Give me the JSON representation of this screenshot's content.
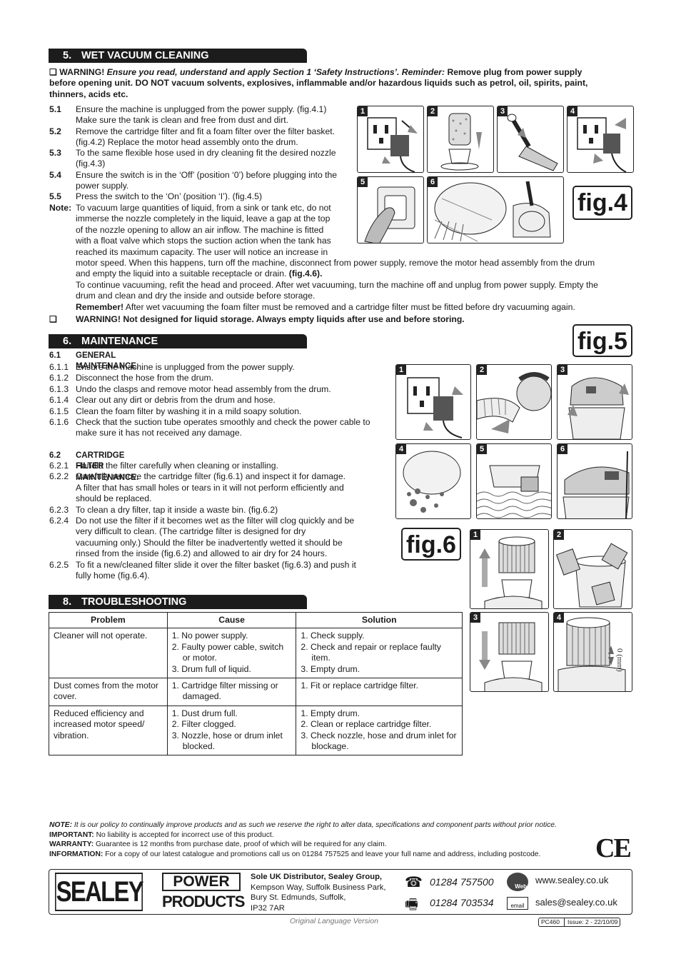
{
  "sec5": {
    "num": "5.",
    "title": "WET VACUUM CLEANING",
    "warn_lead": "❏ WARNING!",
    "warn_ital": "Ensure you read, understand and apply Section 1 ‘Safety Instructions’. Reminder:",
    "warn_rest1": "Remove plug from power supply",
    "warn_line2": "before opening unit. DO NOT vacuum solvents, explosives, inflammable and/or hazardous liquids such as petrol, oil, spirits, paint,",
    "warn_line3": "thinners, acids etc.",
    "s51k": "5.1",
    "s51a": "Ensure the machine is unplugged from the power supply. (fig.4.1)",
    "s51b": "Make sure the tank is clean and free from dust and dirt.",
    "s52k": "5.2",
    "s52a": "Remove the cartridge filter and fit a foam filter over the filter basket.",
    "s52b": "(fig.4.2) Replace the motor head assembly onto the drum.",
    "s53k": "5.3",
    "s53a": "To the same flexible hose used in dry cleaning fit the desired nozzle",
    "s53b": "(fig.4.3)",
    "s54k": "5.4",
    "s54a": "Ensure the switch is in the ‘Off’ (position ‘0’) before plugging into the",
    "s54b": "power supply.",
    "s55k": "5.5",
    "s55a": "Press the switch to the ‘On’ (position ‘I’). (fig.4.5)",
    "notek": "Note:",
    "n1": "To vacuum large quantities of liquid, from a sink or tank etc, do not",
    "n2": "immerse the nozzle completely in the liquid, leave a gap at the top",
    "n3": "of the nozzle opening to allow an air inflow. The machine is fitted",
    "n4": "with a float valve which stops the suction action when the tank has",
    "n5": "reached its maximum capacity. The user will notice an increase in",
    "n6": "motor speed. When this happens, turn off the machine, disconnect from power supply, remove the motor head assembly from the drum",
    "n7a": "and empty the liquid into a suitable receptacle or drain.",
    "n7b": "(fig.4.6).",
    "n8": "To continue vacuuming, refit the head and proceed. After wet vacuuming, turn the machine off and unplug from power supply. Empty the",
    "n9": "drum and clean and dry the inside and outside before storage.",
    "n10a": "Remember!",
    "n10b": "After wet vacuuming the foam filter must be removed and a cartridge filter must be fitted before dry vacuuming again.",
    "w2k": "❏",
    "w2": "WARNING! Not designed for liquid storage. Always empty liquids after use and before storing."
  },
  "sec6": {
    "num": "6.",
    "title": "MAINTENANCE",
    "g_k": "6.1",
    "g_t": "GENERAL MAINTENANCE.",
    "items1": [
      {
        "k": "6.1.1",
        "t": "Ensure the machine is unplugged from the power supply."
      },
      {
        "k": "6.1.2",
        "t": "Disconnect the hose from the drum."
      },
      {
        "k": "6.1.3",
        "t": "Undo the clasps and remove motor head assembly from the drum."
      },
      {
        "k": "6.1.4",
        "t": "Clear out any dirt or debris from the drum and hose."
      },
      {
        "k": "6.1.5",
        "t": "Clean the foam filter by washing it in a mild soapy solution."
      },
      {
        "k": "6.1.6",
        "t": "Check that the suction tube operates smoothly and check the power cable to"
      }
    ],
    "i116b": "make sure it has not received any damage.",
    "c_k": "6.2",
    "c_t": "CARTRIDGE FILTER MAINTENANCE.",
    "lines2": [
      {
        "k": "6.2.1",
        "t": "Handle the filter carefully when cleaning or installing."
      },
      {
        "k": "6.2.2",
        "t": "Carefully remove the cartridge filter (fig.6.1) and inspect it for damage."
      },
      {
        "k": "",
        "t": "A filter that has small holes or tears in it will not perform efficiently and"
      },
      {
        "k": "",
        "t": "should be replaced."
      },
      {
        "k": "6.2.3",
        "t": "To clean a dry filter, tap it inside a waste bin. (fig.6.2)"
      },
      {
        "k": "6.2.4",
        "t": "Do not use the filter if it becomes wet as the filter will clog quickly and be"
      },
      {
        "k": "",
        "t": "very difficult to clean. (The cartridge filter is designed for dry"
      },
      {
        "k": "",
        "t": "vacuuming only.) Should the filter be inadvertently wetted it should be"
      },
      {
        "k": "",
        "t": "rinsed from the inside (fig.6.2) and allowed to air dry for 24 hours."
      },
      {
        "k": "6.2.5",
        "t": "To fit a new/cleaned filter slide it over the filter basket (fig.6.3) and push it"
      },
      {
        "k": "",
        "t": "fully home (fig.6.4)."
      }
    ]
  },
  "sec8": {
    "num": "8.",
    "title": "TROUBLESHOOTING",
    "headers": [
      "Problem",
      "Cause",
      "Solution"
    ],
    "rows": [
      {
        "problem": [
          "Cleaner will not operate."
        ],
        "cause": [
          "1. No power supply.",
          "2. Faulty power cable, switch or motor.",
          "3. Drum full of liquid."
        ],
        "solution": [
          "1. Check supply.",
          "2. Check and repair or replace faulty item.",
          "3. Empty drum."
        ]
      },
      {
        "problem": [
          "Dust comes from the motor cover."
        ],
        "cause": [
          "1. Cartridge filter missing or damaged."
        ],
        "solution": [
          "1. Fit or replace cartridge filter."
        ]
      },
      {
        "problem": [
          "Reduced efficiency and increased motor speed/ vibration."
        ],
        "cause": [
          "1. Dust drum full.",
          "2. Filter clogged.",
          "3. Nozzle, hose or drum inlet blocked."
        ],
        "solution": [
          "1. Empty drum.",
          "2. Clean or replace cartridge filter.",
          "3. Check nozzle, hose and drum inlet for blockage."
        ]
      }
    ]
  },
  "figs": {
    "fig4": "fig.4",
    "fig5": "fig.5",
    "fig6": "fig.6",
    "n1": "1",
    "n2": "2",
    "n3": "3",
    "n4": "4",
    "n5": "5",
    "n6": "6",
    "mm": "0 (mm)"
  },
  "footer": {
    "note_k": "NOTE:",
    "note": "It is our policy to continually improve products and as such we reserve the right to alter data, specifications and component parts without prior notice.",
    "imp_k": "IMPORTANT:",
    "imp": "No liability is accepted for incorrect use of this product.",
    "war_k": "WARRANTY:",
    "war": "Guarantee is 12 months from purchase date, proof of which will be required for any claim.",
    "info_k": "INFORMATION:",
    "info": "For a copy of our latest catalogue and promotions call us on 01284 757525 and leave your full name and address, including postcode.",
    "ce": "CE",
    "logo1": "SEALEY",
    "logo2": "POWER",
    "logo3": "PRODUCTS",
    "dist": "Sole UK Distributor, Sealey Group,",
    "addr1": "Kempson Way, Suffolk Business Park,",
    "addr2": "Bury St. Edmunds, Suffolk,",
    "addr3": "IP32 7AR",
    "tel": "01284 757500",
    "fax": "01284 703534",
    "web": "www.sealey.co.uk",
    "email": "sales@sealey.co.uk",
    "web_icon": "Web",
    "email_icon": "email",
    "orig": "Original Language Version",
    "code": "PC460",
    "issue": "Issue: 2 - 22/10/09"
  }
}
